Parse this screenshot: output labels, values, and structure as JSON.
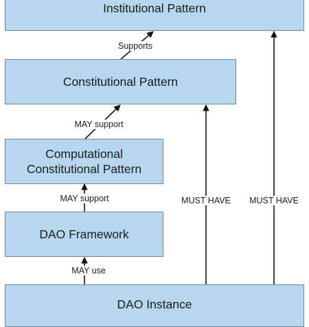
{
  "boxes": {
    "institutional": "Institutional Pattern",
    "constitutional": "Constitutional Pattern",
    "computational_line1": "Computational",
    "computational_line2": "Constitutional Pattern",
    "framework": "DAO Framework",
    "instance": "DAO Instance"
  },
  "edges": {
    "supports": "Supports",
    "may_support_1": "MAY support",
    "may_support_2": "MAY support",
    "may_use": "MAY use",
    "must_have_1": "MUST HAVE",
    "must_have_2": "MUST HAVE"
  },
  "colors": {
    "box_fill": "#b7d7ef",
    "box_border": "#6f8597",
    "line": "#111111"
  }
}
